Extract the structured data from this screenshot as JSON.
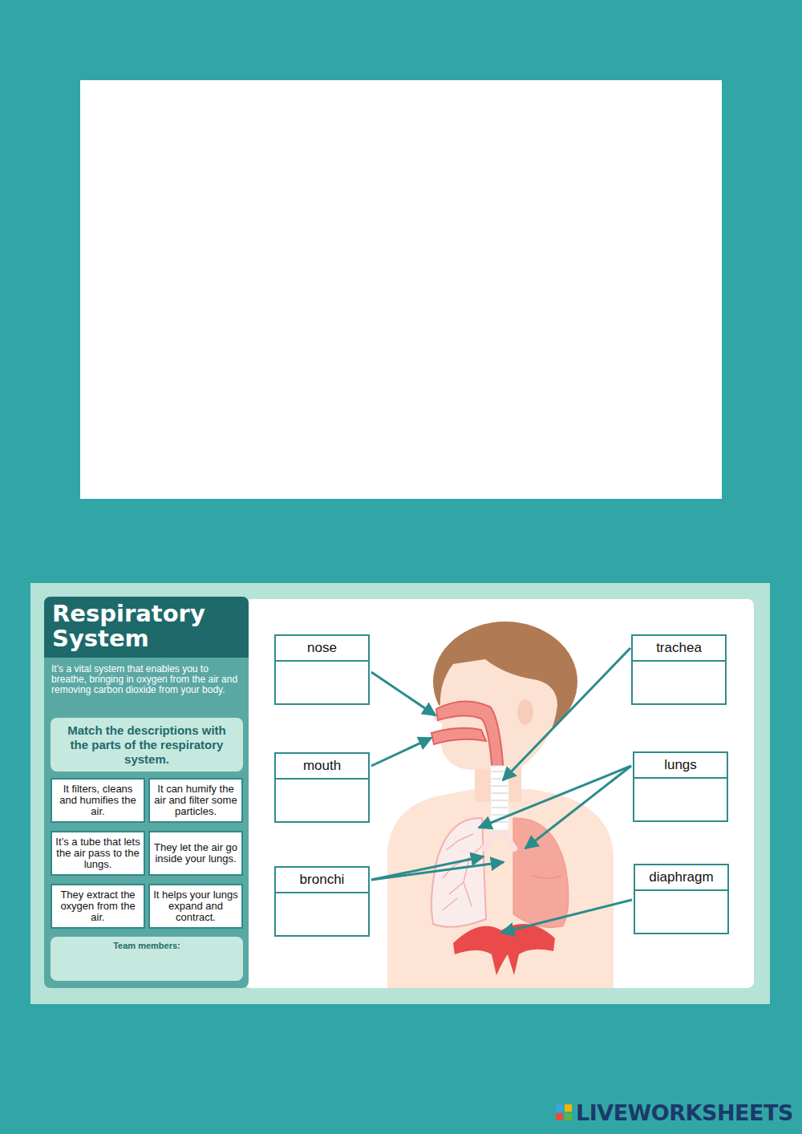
{
  "diagram": {
    "title": "Respiratory System",
    "nodes": [
      {
        "text": [
          "It’s a vital system that enables you to breathe, bringing in oxygen from the air and removing carbon dioxide from your body."
        ]
      },
      {
        "text": [
          "Match the descriptions with the parts of the respiratory system."
        ],
        "in": 0
      },
      {
        "text": [
          "It filters, cleans and humifies the air."
        ],
        "in": 0
      },
      {
        "text": [
          "It can humify the air and filter some particles."
        ],
        "in": 0
      },
      {
        "text": [
          "It’s a tube that lets the air pass to the lungs."
        ],
        "in": 0
      },
      {
        "text": [
          "They let the air go inside your lungs."
        ],
        "in": 0
      },
      {
        "text": [
          "They extract the oxygen from the air."
        ],
        "in": 0
      },
      {
        "text": [
          "It helps your lungs expand and contract."
        ],
        "in": 0
      },
      {
        "text": [
          "Team members:"
        ],
        "in": 0
      },
      {
        "text": [
          "nose"
        ]
      },
      {
        "text": [
          "trachea"
        ]
      },
      {
        "text": [
          "mouth"
        ]
      },
      {
        "text": [
          "lungs"
        ]
      },
      {
        "text": [
          "bronchi"
        ]
      },
      {
        "text": [
          "diaphragm"
        ]
      }
    ],
    "labels": [
      "LIVEWORKSHEETS"
    ]
  }
}
